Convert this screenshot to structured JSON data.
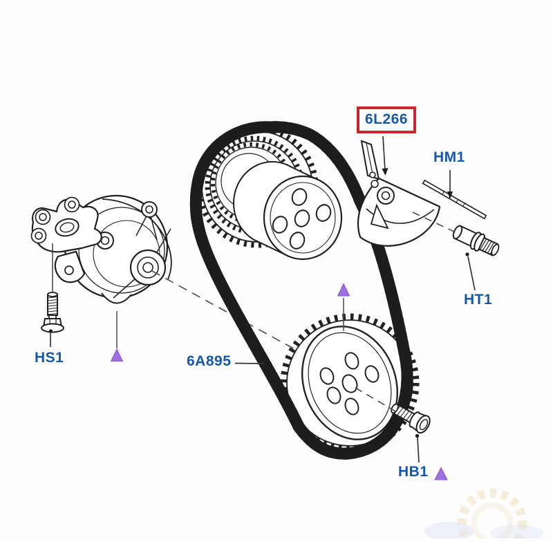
{
  "colors": {
    "background": "#fdfdfd",
    "line_art": "#1f1f1f",
    "label_text": "#1658a8",
    "highlight_box": "#c9272b",
    "marker_triangle": "#9e6fe2",
    "watermark_tan": "#f1e0bd",
    "watermark_blue": "#dde5f1"
  },
  "labels": {
    "part_6l266": {
      "text": "6L266",
      "highlighted": true
    },
    "hm1": {
      "text": "HM1"
    },
    "ht1": {
      "text": "HT1"
    },
    "hs1": {
      "text": "HS1"
    },
    "part_6a895": {
      "text": "6A895"
    },
    "hb1": {
      "text": "HB1"
    }
  },
  "markers": {
    "shape": "triangle",
    "count": 3,
    "color": "#9e6fe2"
  },
  "watermark": "gear-logo-faint"
}
